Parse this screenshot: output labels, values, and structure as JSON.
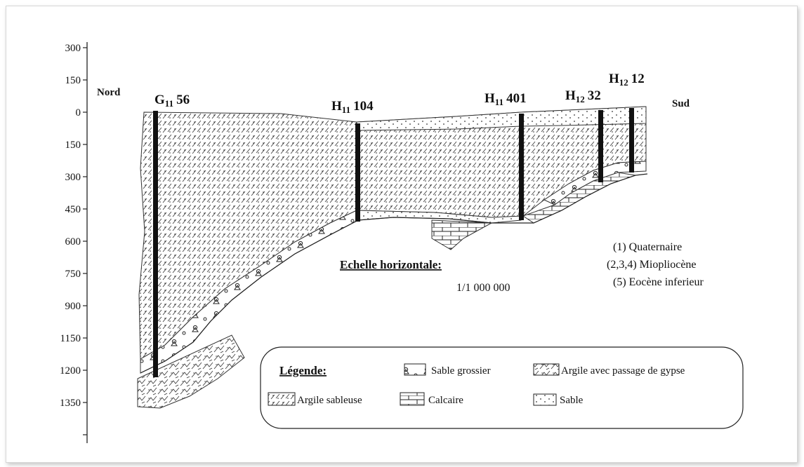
{
  "section": {
    "left_side": "Nord",
    "right_side": "Sud"
  },
  "depth_axis": {
    "ticks": [
      "300",
      "150",
      "0",
      "150",
      "300",
      "450",
      "600",
      "750",
      "900",
      "1150",
      "1200",
      "1350"
    ]
  },
  "wells": [
    {
      "letter": "G",
      "sub": "11",
      "num": "56"
    },
    {
      "letter": "H",
      "sub": "11",
      "num": "104"
    },
    {
      "letter": "H",
      "sub": "11",
      "num": "401"
    },
    {
      "letter": "H",
      "sub": "12",
      "num": "32"
    },
    {
      "letter": "H",
      "sub": "12",
      "num": "12"
    }
  ],
  "stratigraphy_notes": [
    "(1) Quaternaire",
    "(2,3,4) Miopliocène",
    "(5) Eocène inferieur"
  ],
  "scale": {
    "title": "Echelle horizontale:",
    "value": "1/1 000 000"
  },
  "legend": {
    "title": "Légende:",
    "items": {
      "sable_grossier": "Sable grossier",
      "argile_gypse": "Argile avec passage de gypse",
      "argile_sableuse": "Argile sableuse",
      "calcaire": "Calcaire",
      "sable": "Sable"
    }
  }
}
